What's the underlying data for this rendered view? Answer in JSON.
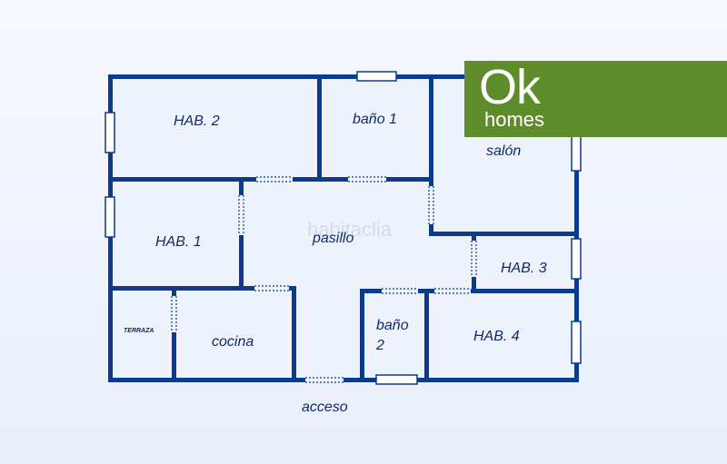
{
  "plan": {
    "rooms": {
      "hab2": "HAB. 2",
      "bano1": "baño 1",
      "salon": "salón",
      "hab1": "HAB. 1",
      "pasillo": "pasillo",
      "hab3": "HAB. 3",
      "terraza": "TERRAZA",
      "cocina": "cocina",
      "bano2_line1": "baño",
      "bano2_line2": "2",
      "hab4": "HAB. 4"
    },
    "access_label": "acceso",
    "watermark": "habitaclia"
  },
  "logo": {
    "ok": "Ok",
    "homes": "homes"
  },
  "colors": {
    "wall": "#0b3b8c",
    "logo_bg": "#5f8c2a",
    "text": "#0f2a6b"
  }
}
